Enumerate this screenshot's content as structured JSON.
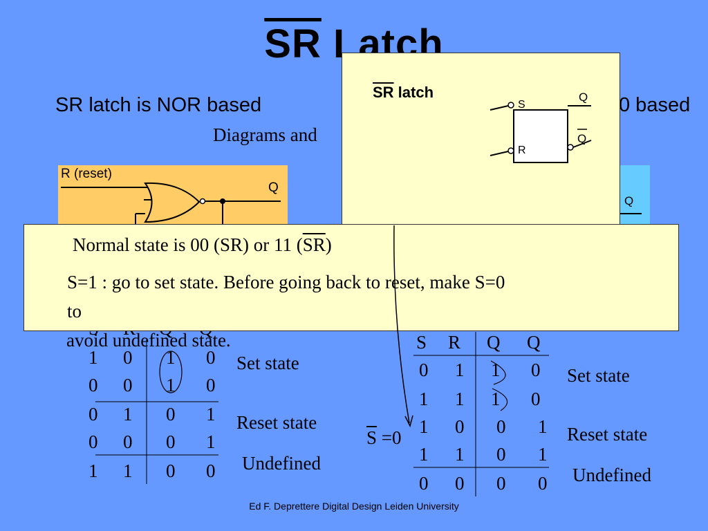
{
  "slide": {
    "title_overbar": "SR",
    "title_rest": " Latch",
    "left_heading": "SR latch is NOR based",
    "right_heading_fragment": "0 based",
    "diagrams_line": "Diagrams and",
    "footer": "Ed F. Deprettere  Digital Design  Leiden University"
  },
  "left_circuit": {
    "r_label": "R (reset)",
    "q_label": "Q"
  },
  "right_circuit": {
    "q_label": "Q"
  },
  "popup_top": {
    "title_overbar": "SR",
    "title_rest": " latch",
    "pin_s": "S",
    "pin_r": "R",
    "out_q": "Q",
    "out_qbar": "Q"
  },
  "popup_bottom": {
    "line1_prefix": "Normal state is 00 (SR) or 11 (",
    "line1_overbar": "SR",
    "line1_suffix": ")",
    "line2": "S=1 : go to set state. Before going back to reset, make S=0",
    "line3": "to",
    "line4": "avoid undefined state."
  },
  "left_table": {
    "headers": [
      "S",
      "R",
      "Q",
      "Q"
    ],
    "rows": [
      [
        "1",
        "0",
        "1",
        "0"
      ],
      [
        "0",
        "0",
        "1",
        "0"
      ],
      [
        "0",
        "1",
        "0",
        "1"
      ],
      [
        "0",
        "0",
        "0",
        "1"
      ],
      [
        "1",
        "1",
        "0",
        "0"
      ]
    ],
    "labels": [
      "Set state",
      "Reset state",
      "Undefined"
    ]
  },
  "right_table": {
    "headers": [
      "S",
      "R",
      "Q",
      "Q"
    ],
    "rows": [
      [
        "0",
        "1",
        "1",
        "0"
      ],
      [
        "1",
        "1",
        "1",
        "0"
      ],
      [
        "1",
        "0",
        "0",
        "1"
      ],
      [
        "1",
        "1",
        "0",
        "1"
      ],
      [
        "0",
        "0",
        "0",
        "0"
      ]
    ],
    "labels": [
      "Set state",
      "Reset state",
      "Undefined"
    ],
    "annotation_overbar": "S",
    "annotation_rest": " =0"
  }
}
